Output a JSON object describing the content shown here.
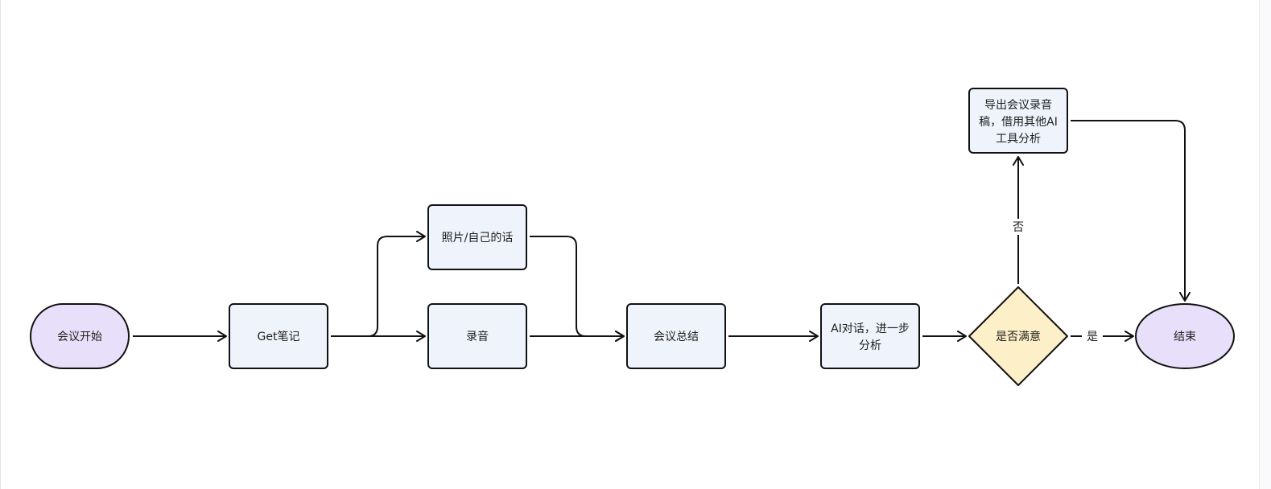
{
  "diagram": {
    "colors": {
      "terminal_fill": "#e8e0fb",
      "process_fill": "#eff3fc",
      "decision_fill": "#fdf0c8",
      "stroke": "#111111"
    },
    "nodes": {
      "start": {
        "label": "会议开始"
      },
      "get_notes": {
        "label": "Get笔记"
      },
      "photo_words": {
        "label": "照片/自己的话"
      },
      "recording": {
        "label": "录音"
      },
      "meeting_summary": {
        "label": "会议总结"
      },
      "ai_chat": {
        "line1": "AI对话，进一步",
        "line2": "分析"
      },
      "satisfied": {
        "label": "是否满意"
      },
      "export_transcript": {
        "line1": "导出会议录音",
        "line2": "稿，借用其他AI",
        "line3": "工具分析"
      },
      "end": {
        "label": "结束"
      }
    },
    "edge_labels": {
      "no": "否",
      "yes": "是"
    }
  }
}
